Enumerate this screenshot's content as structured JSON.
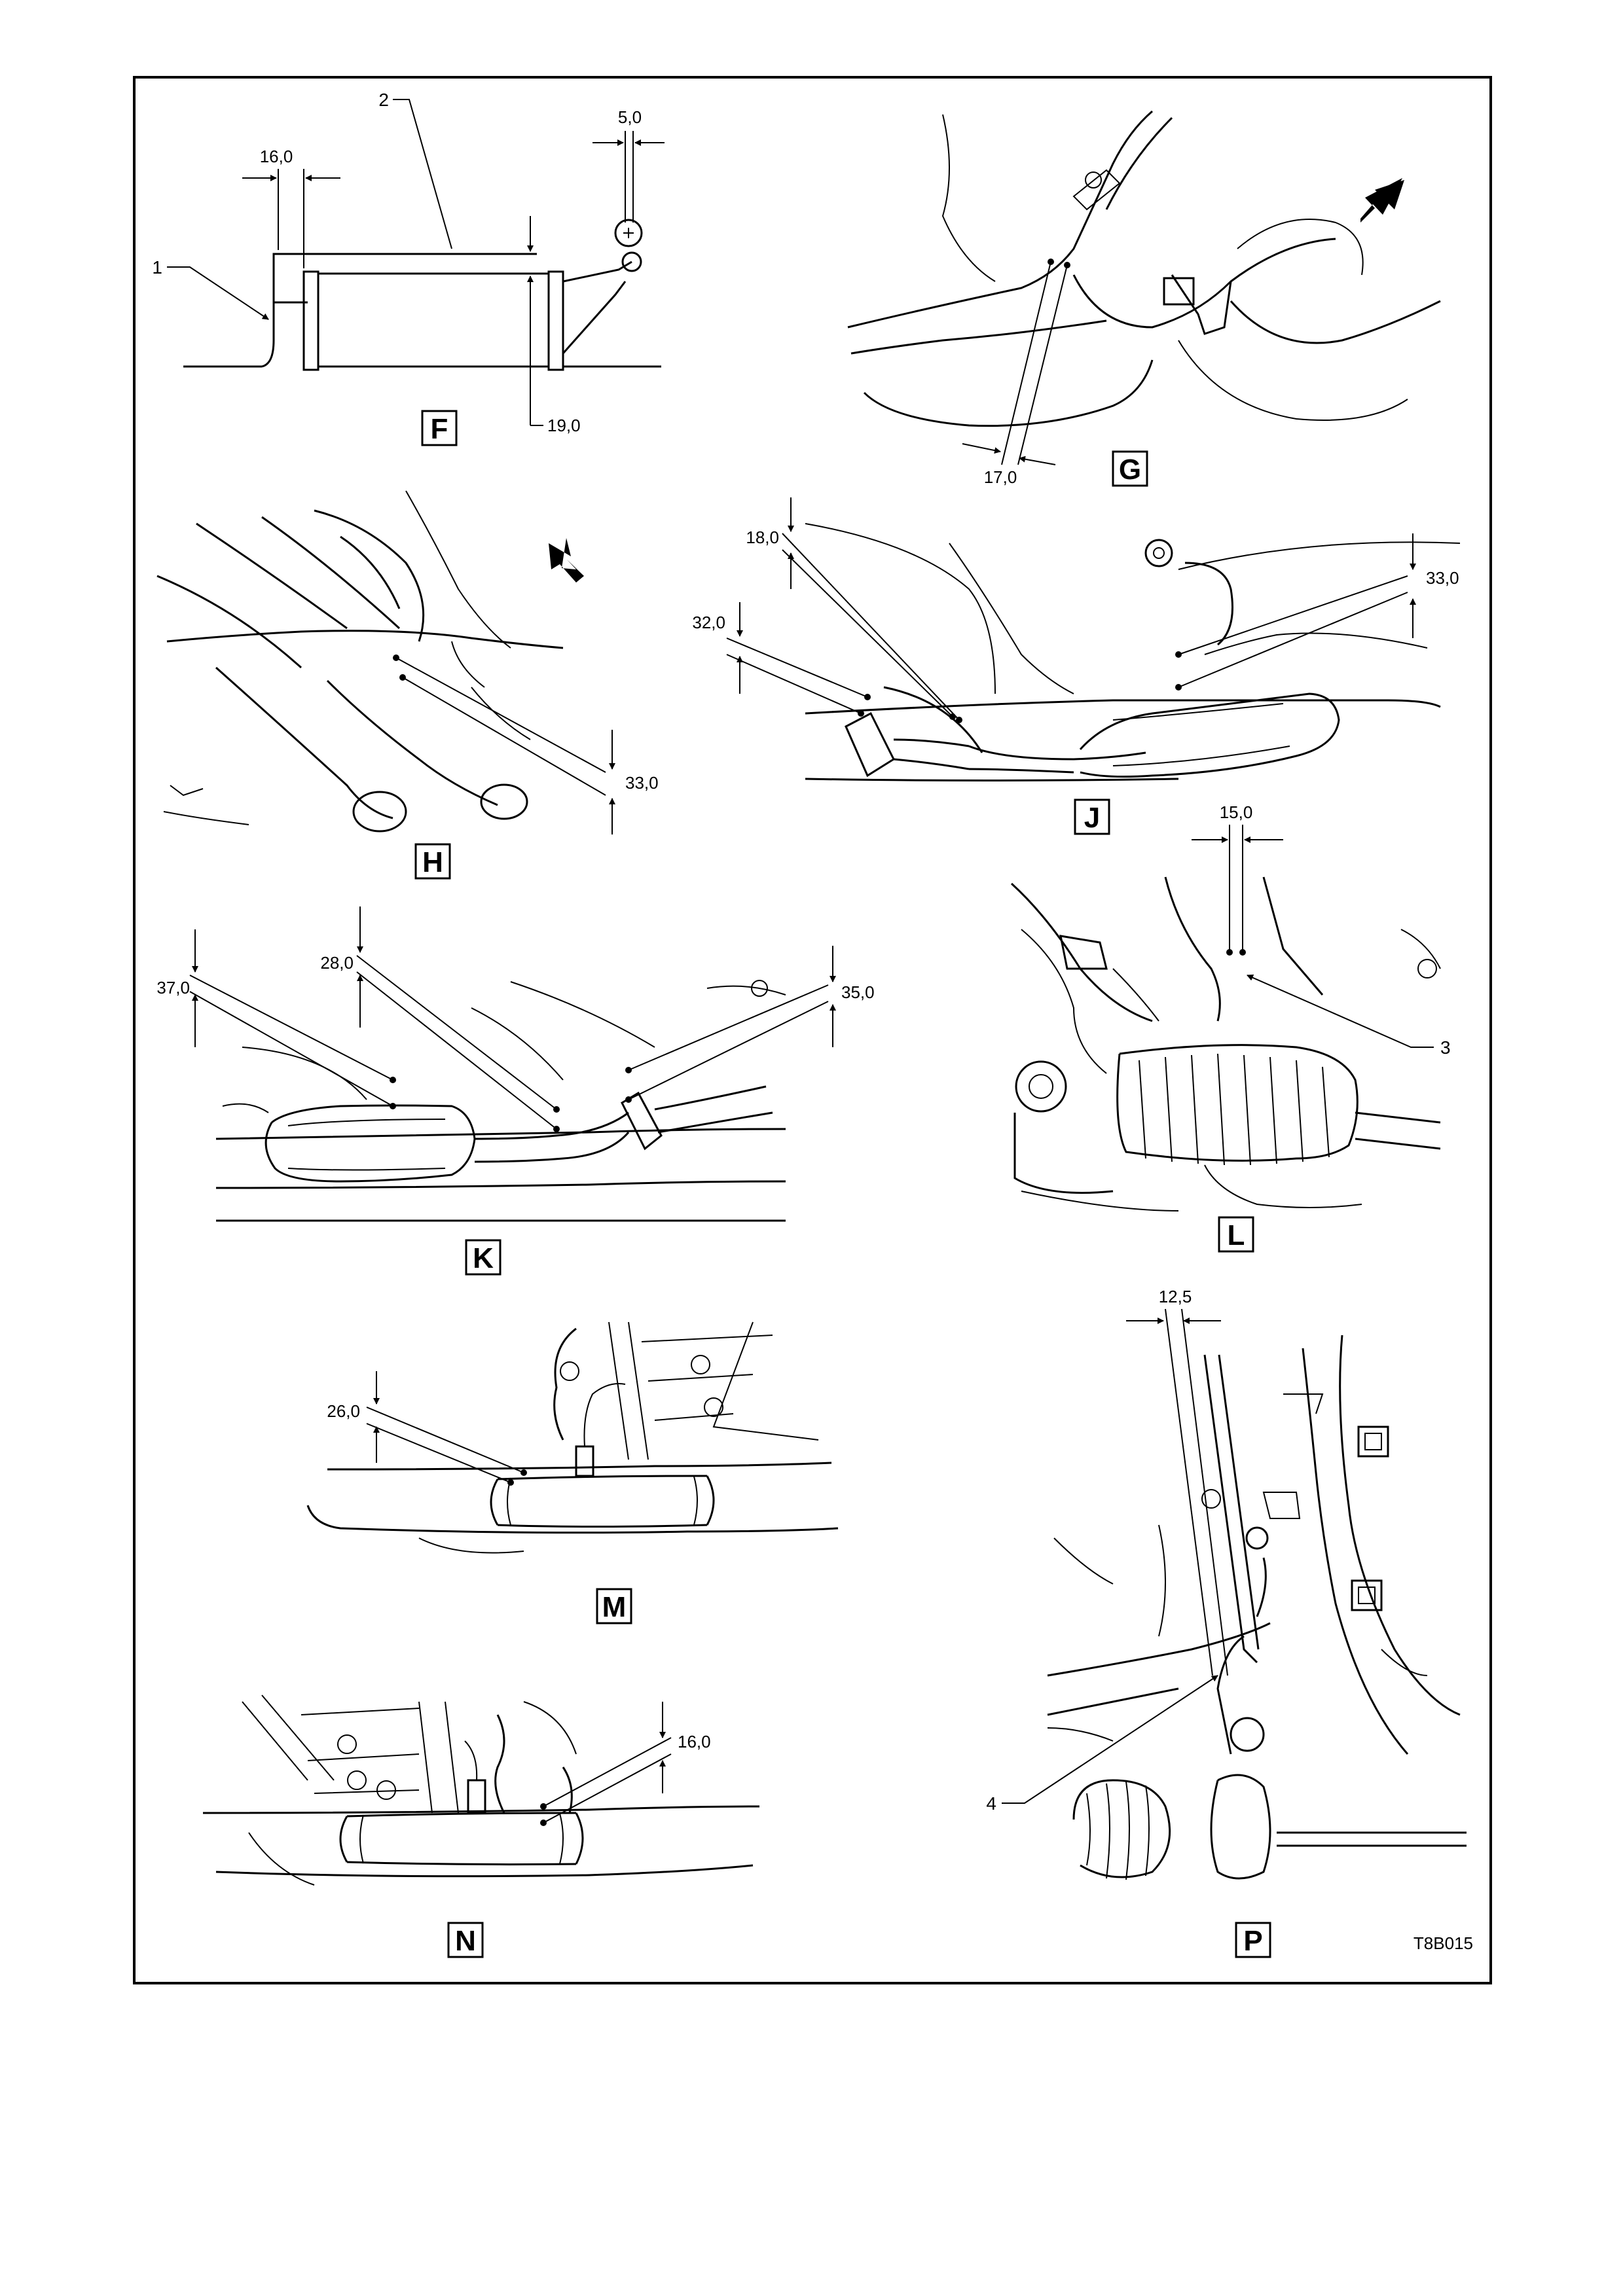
{
  "frame_code": "T8B015",
  "panels": {
    "F": {
      "letter": "F",
      "dims": [
        "16,0",
        "5,0",
        "19,0"
      ],
      "callouts": [
        "1",
        "2"
      ]
    },
    "G": {
      "letter": "G",
      "dims": [
        "17,0"
      ]
    },
    "H": {
      "letter": "H",
      "dims": [
        "33,0"
      ]
    },
    "J": {
      "letter": "J",
      "dims": [
        "18,0",
        "32,0",
        "33,0"
      ]
    },
    "K": {
      "letter": "K",
      "dims": [
        "37,0",
        "28,0",
        "35,0"
      ]
    },
    "L": {
      "letter": "L",
      "dims": [
        "15,0"
      ],
      "callouts": [
        "3"
      ]
    },
    "M": {
      "letter": "M",
      "dims": [
        "26,0"
      ]
    },
    "N": {
      "letter": "N",
      "dims": [
        "16,0"
      ]
    },
    "P": {
      "letter": "P",
      "dims": [
        "12,5"
      ],
      "callouts": [
        "4"
      ]
    }
  }
}
